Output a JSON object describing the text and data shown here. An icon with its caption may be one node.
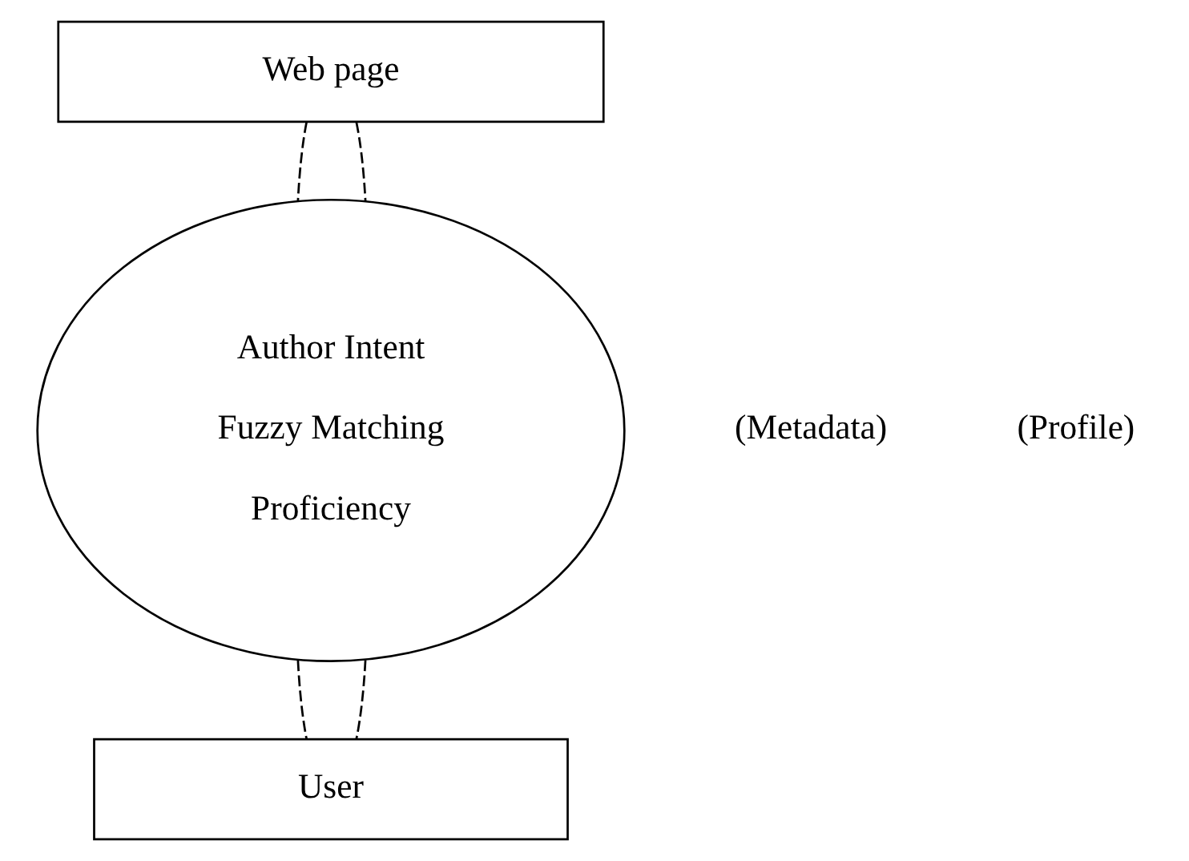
{
  "diagram": {
    "nodes": [
      {
        "text": [
          "Web page"
        ]
      },
      {
        "text": [
          "Author Intent",
          "Fuzzy Matching",
          "Proficiency"
        ]
      },
      {
        "text": [
          "User"
        ]
      }
    ],
    "edges": [
      {
        "from": 0,
        "to": 1,
        "arrow": "none",
        "style": "dashed"
      },
      {
        "from": 0,
        "to": 1,
        "arrow": "none",
        "style": "dashed"
      },
      {
        "from": 1,
        "to": 2,
        "arrow": "none",
        "style": "dashed"
      },
      {
        "from": 1,
        "to": 2,
        "arrow": "none",
        "style": "dashed"
      }
    ],
    "labels": [
      "(Metadata)",
      "(Profile)"
    ]
  }
}
